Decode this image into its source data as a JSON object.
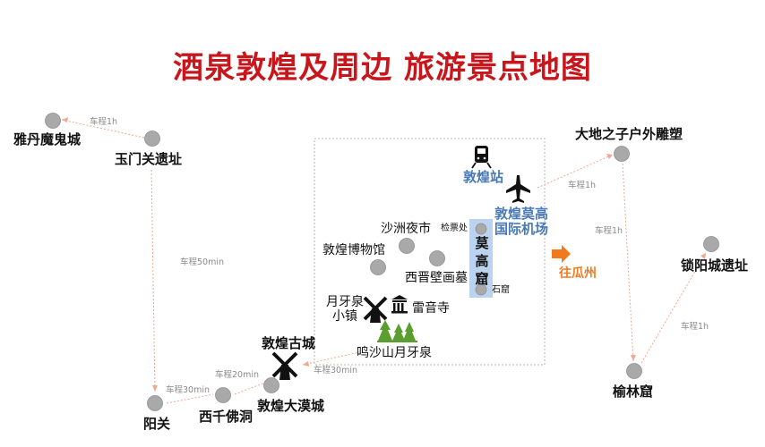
{
  "title": "酒泉敦煌及周边 旅游景点地图",
  "places": {
    "yadan": "雅丹魔鬼城",
    "yumenguan": "玉门关遗址",
    "yangguan": "阳关",
    "xiqian": "西千佛洞",
    "gucheng": "敦煌古城",
    "damocheng": "敦煌大漠城",
    "shazhou": "沙洲夜市",
    "museum": "敦煌博物馆",
    "xijin": "西晋壁画墓",
    "yueyaquan_town": "月牙泉\n小镇",
    "leiyin": "雷音寺",
    "mingsha": "鸣沙山月牙泉",
    "station": "敦煌站",
    "airport": "敦煌莫高\n国际机场",
    "mogao": "莫\n高\n窟",
    "ticket": "检票处",
    "shiku": "石窟",
    "guazhou": "往瓜州",
    "dadi": "大地之子户外雕塑",
    "suoyang": "锁阳城遗址",
    "yulin": "榆林窟"
  },
  "routes": {
    "r1": "车程1h",
    "r2": "车程50min",
    "r3": "车程1h",
    "r4": "车程1h",
    "r5": "车程1h",
    "r6": "车程20min",
    "r7": "车程30min",
    "r8": "车程30min"
  },
  "colors": {
    "title": "#c8161d",
    "dot": "#a9a9a9",
    "route": "#f0a890",
    "highlight": "#bcd3ef",
    "blue_text": "#4a7ab6",
    "arrow": "#ef7b1e",
    "tree": "#5a9e2f"
  },
  "icons": [
    "train-icon",
    "airplane-icon",
    "windmill-icon",
    "temple-icon",
    "tree-icon",
    "arrow-right-icon"
  ]
}
